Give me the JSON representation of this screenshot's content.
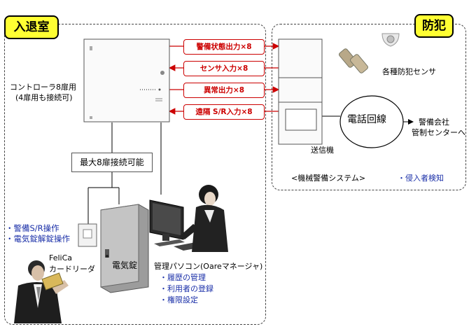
{
  "left_region": {
    "title": "入退室"
  },
  "right_region": {
    "title": "防犯"
  },
  "controller": {
    "label_line1": "コントローラ8扉用",
    "label_line2": "(4扉用も接続可)"
  },
  "signals": [
    {
      "label": "警備状態出力×8",
      "direction": "right"
    },
    {
      "label": "センサ入力×8",
      "direction": "left"
    },
    {
      "label": "異常出力×8",
      "direction": "right"
    },
    {
      "label": "遠隔 S/R入力×8",
      "direction": "left"
    }
  ],
  "max_doors_box": {
    "label": "最大8扉接続可能"
  },
  "reader_ops": {
    "line1": "・警備S/R操作",
    "line2": "・電気錠解錠操作"
  },
  "reader": {
    "label_line1": "FeliCa",
    "label_line2": "カードリーダ"
  },
  "lock": {
    "label": "電気錠"
  },
  "pc": {
    "label": "管理パソコン(Oareマネージャ)",
    "features": [
      "・履歴の管理",
      "・利用者の登録",
      "・権限設定"
    ]
  },
  "sensors": {
    "label": "各種防犯センサ"
  },
  "transmitter": {
    "label": "送信機"
  },
  "phone_line": {
    "label": "電話回線"
  },
  "security_company": {
    "line1": "警備会社",
    "line2": "管制センターへ"
  },
  "system_label": "<機械警備システム>",
  "intrusion_label": "・侵入者検知",
  "colors": {
    "badge": "#ffff33",
    "signal": "#cc0000",
    "text_blue": "#1a2fa8"
  }
}
